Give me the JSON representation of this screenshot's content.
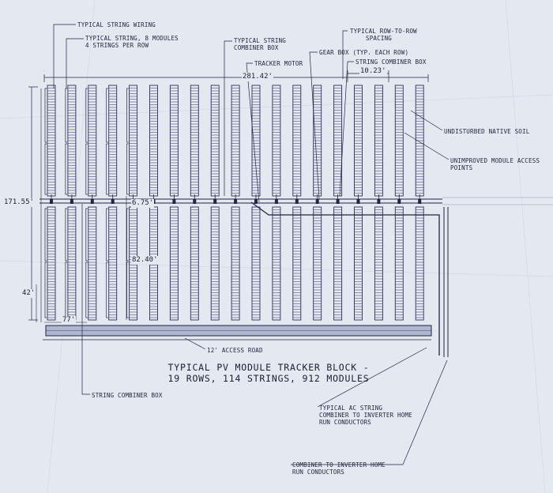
{
  "labels": {
    "typical_string_wiring": "TYPICAL STRING WIRING",
    "typical_string_line1": "TYPICAL STRING, 8 MODULES",
    "typical_string_line2": "4 STRINGS PER ROW",
    "typical_string_combiner_line1": "TYPICAL STRING",
    "typical_string_combiner_line2": "COMBINER BOX",
    "tracker_motor": "TRACKER MOTOR",
    "gear_box": "GEAR BOX (TYP. EACH ROW)",
    "row_spacing_line1": "TYPICAL ROW-TO-ROW",
    "row_spacing_line2": "SPACING",
    "string_combiner_box_top": "STRING COMBINER BOX",
    "undisturbed_soil": "UNDISTURBED NATIVE SOIL",
    "unimproved_access_line1": "UNIMPROVED MODULE ACCESS",
    "unimproved_access_line2": "POINTS",
    "access_road": "12' ACCESS ROAD",
    "string_combiner_box_bottom": "STRING COMBINER BOX",
    "ac_combiner_line1": "TYPICAL AC STRING",
    "ac_combiner_line2": "COMBINER TO INVERTER HOME",
    "ac_combiner_line3": "RUN CONDUCTORS",
    "home_run_line1": "COMBINER TO INVERTER HOME",
    "home_run_line2": "RUN CONDUCTORS"
  },
  "dimensions": {
    "block_width": "281.42'",
    "row_spacing": "10.23'",
    "block_height": "171.55'",
    "aisle_gap": "6.75'",
    "row_length": "82.40'",
    "end_offset": "42'",
    "edge_offset": "77'"
  },
  "title": {
    "line1": "TYPICAL PV MODULE TRACKER BLOCK -",
    "line2": "19 ROWS, 114 STRINGS, 912 MODULES"
  },
  "layout": {
    "rows": 19,
    "colors": {
      "ink": "#25253e",
      "module": "#30305a",
      "paper": "#e3e8f1",
      "road": "#aeb7cf"
    }
  }
}
